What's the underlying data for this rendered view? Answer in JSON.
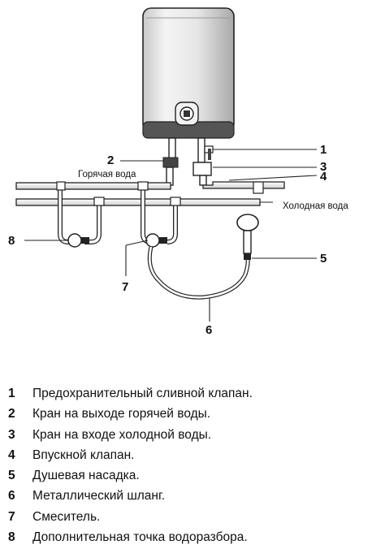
{
  "diagram": {
    "captions": {
      "hot_water": "Горячая вода",
      "cold_water": "Холодная вода"
    },
    "callouts": [
      "1",
      "2",
      "3",
      "4",
      "5",
      "6",
      "7",
      "8"
    ]
  },
  "legend": [
    {
      "num": "1",
      "text": "Предохранительный сливной клапан."
    },
    {
      "num": "2",
      "text": "Кран на выходе горячей воды."
    },
    {
      "num": "3",
      "text": "Кран на входе холодной воды."
    },
    {
      "num": "4",
      "text": "Впускной клапан."
    },
    {
      "num": "5",
      "text": "Душевая насадка."
    },
    {
      "num": "6",
      "text": "Металлический шланг."
    },
    {
      "num": "7",
      "text": "Смеситель."
    },
    {
      "num": "8",
      "text": "Дополнительная точка водоразбора."
    }
  ]
}
